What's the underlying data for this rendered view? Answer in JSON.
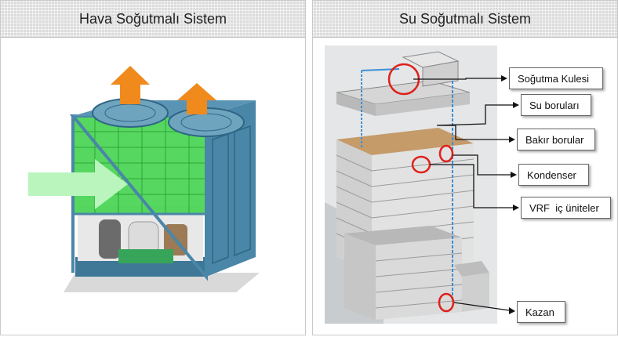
{
  "panels": {
    "left_title": "Hava Soğutmalı Sistem",
    "right_title": "Su Soğutmalı Sistem"
  },
  "labels": {
    "cooling_tower": "Soğutma Kulesi",
    "water_pipes": "Su boruları",
    "copper_pipes": "Bakır borular",
    "condenser": "Kondenser",
    "vrf_indoor": "VRF  iç üniteler",
    "boiler": "Kazan"
  },
  "colors": {
    "arrow_orange": "#f08a1c",
    "arrow_green": "#b9f5bd",
    "unit_blue": "#4a86a8",
    "coil_green": "#3fd14a",
    "highlight_red": "#e0201b",
    "water_pipe_blue": "#3c8fd6"
  }
}
